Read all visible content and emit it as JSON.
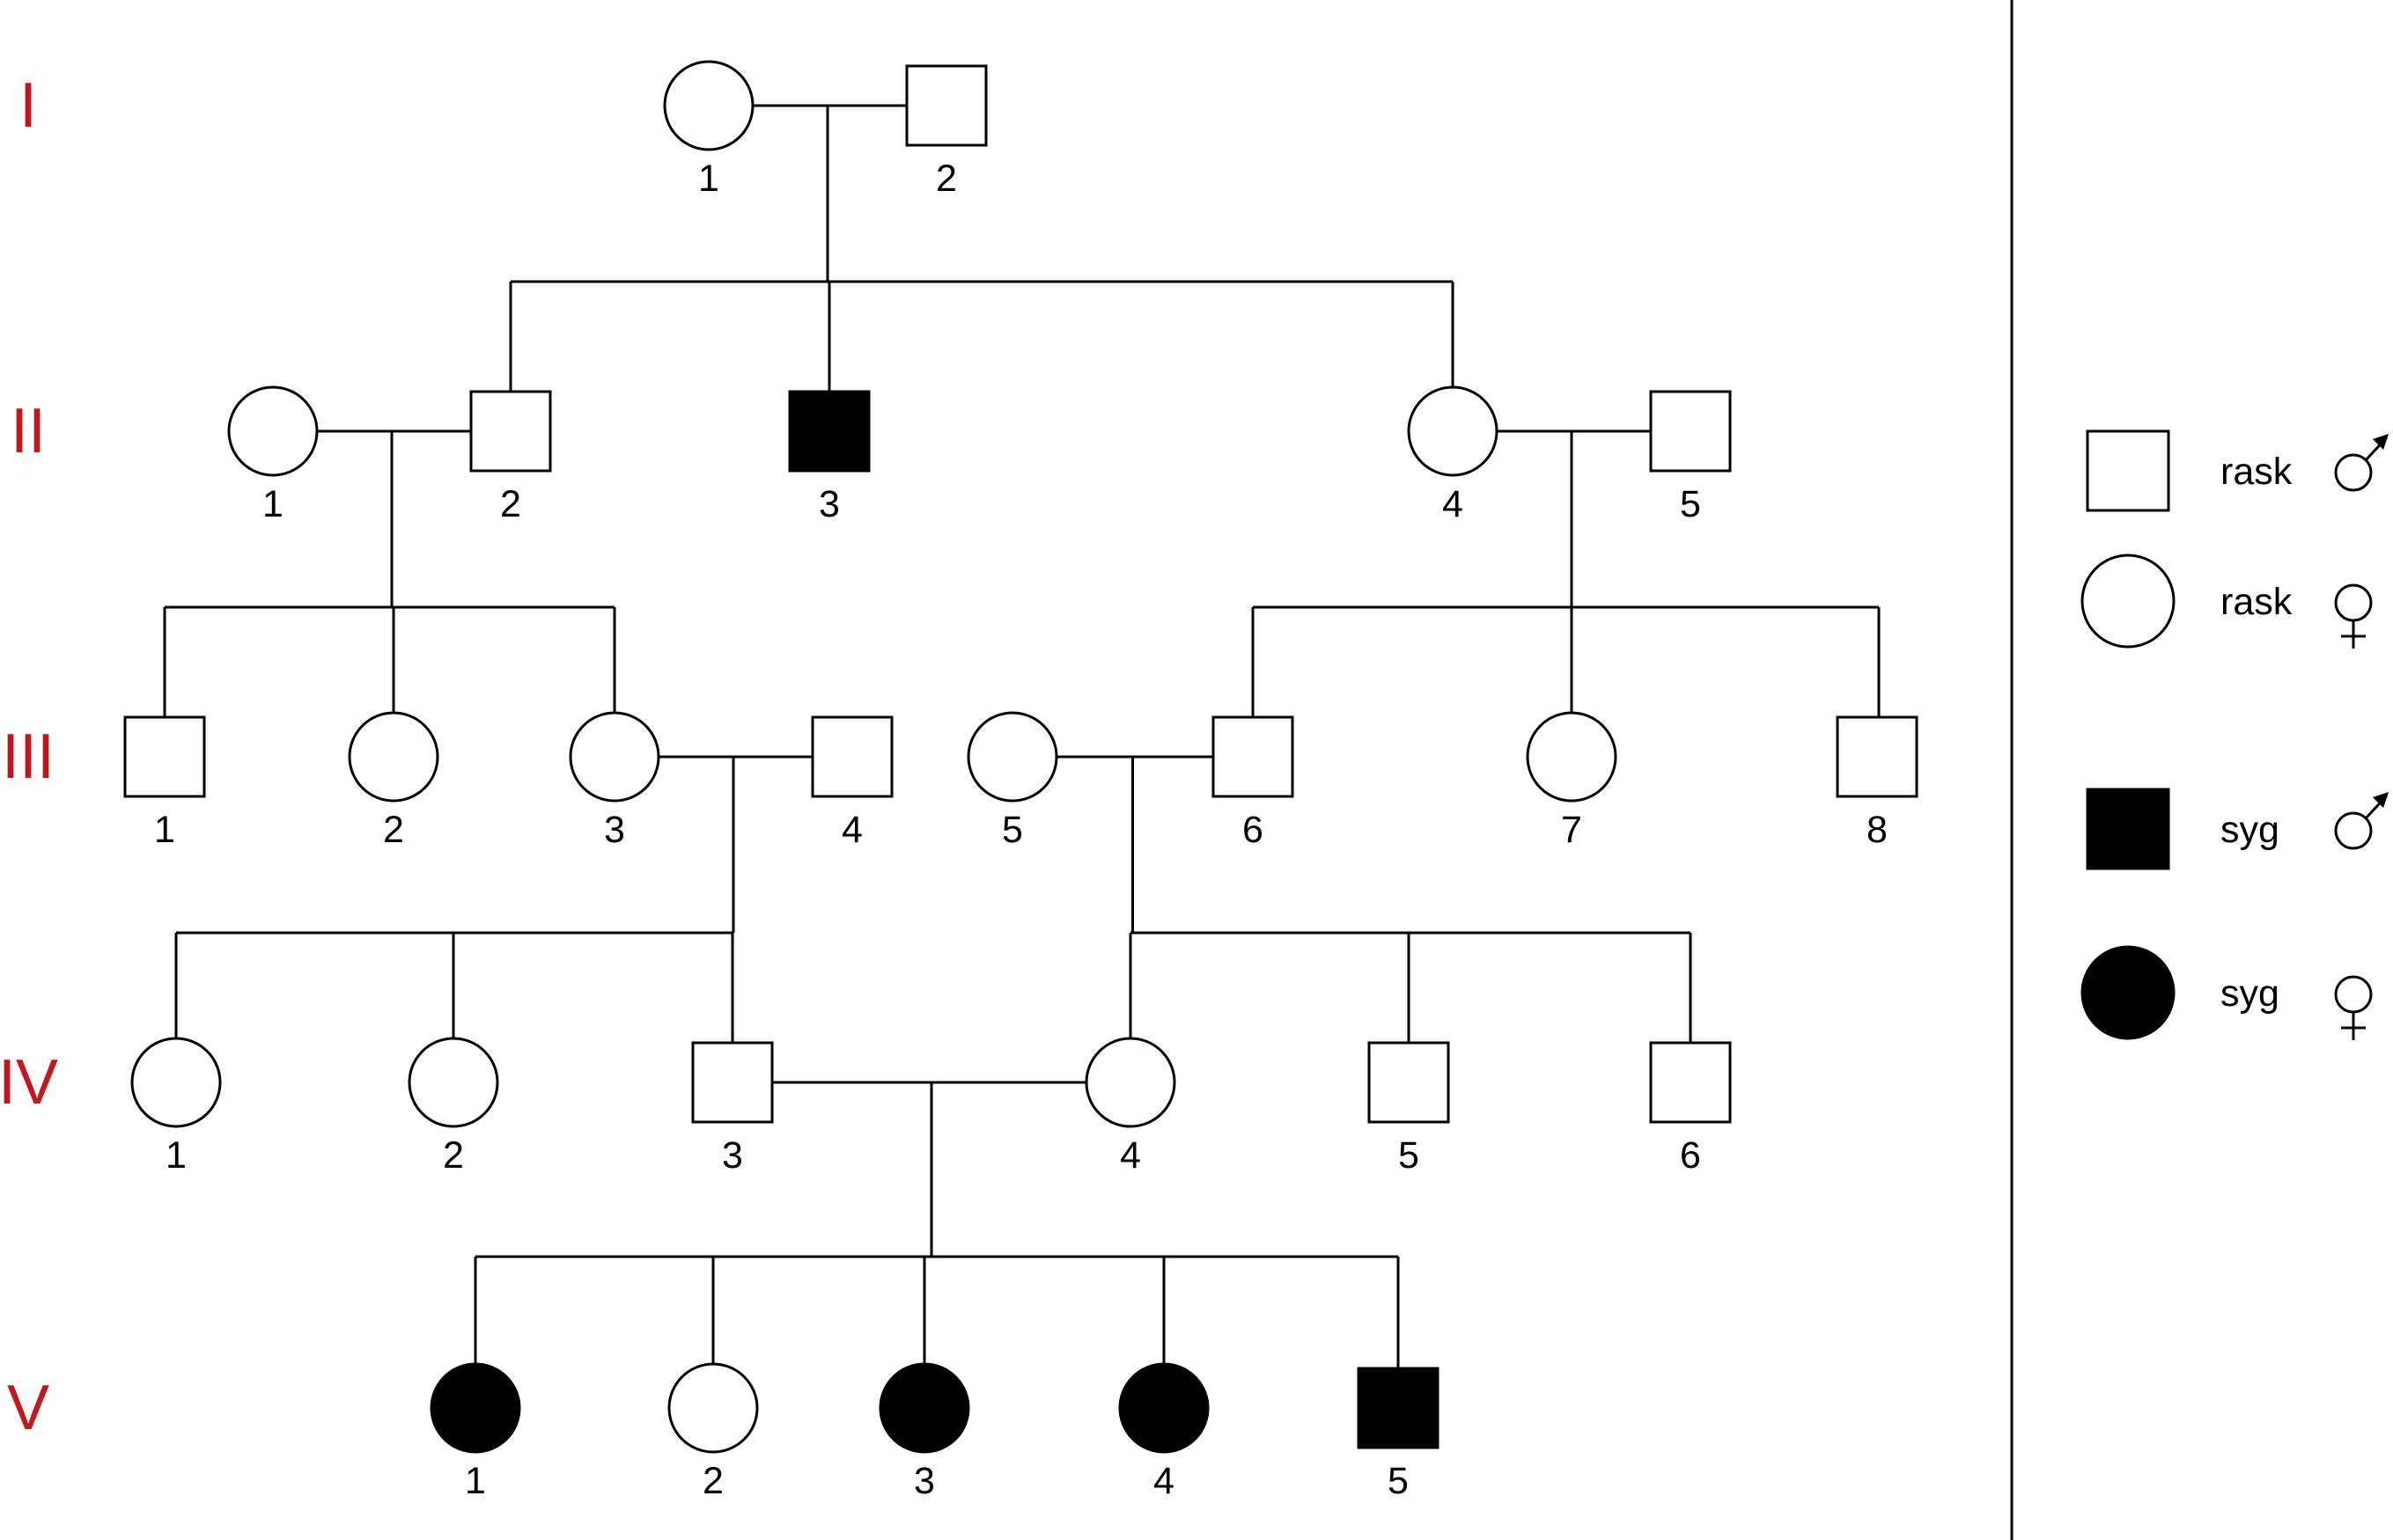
{
  "colors": {
    "generation_label": "#c4161c",
    "affected": "#000000",
    "healthy": "#ffffff",
    "line": "#000000"
  },
  "generations": [
    "I",
    "II",
    "III",
    "IV",
    "V"
  ],
  "individuals": [
    {
      "id": "I-1",
      "gen": 0,
      "num": "1",
      "sex": "female",
      "affected": false
    },
    {
      "id": "I-2",
      "gen": 0,
      "num": "2",
      "sex": "male",
      "affected": false
    },
    {
      "id": "II-1",
      "gen": 1,
      "num": "1",
      "sex": "female",
      "affected": false
    },
    {
      "id": "II-2",
      "gen": 1,
      "num": "2",
      "sex": "male",
      "affected": false
    },
    {
      "id": "II-3",
      "gen": 1,
      "num": "3",
      "sex": "male",
      "affected": true
    },
    {
      "id": "II-4",
      "gen": 1,
      "num": "4",
      "sex": "female",
      "affected": false
    },
    {
      "id": "II-5",
      "gen": 1,
      "num": "5",
      "sex": "male",
      "affected": false
    },
    {
      "id": "III-1",
      "gen": 2,
      "num": "1",
      "sex": "male",
      "affected": false
    },
    {
      "id": "III-2",
      "gen": 2,
      "num": "2",
      "sex": "female",
      "affected": false
    },
    {
      "id": "III-3",
      "gen": 2,
      "num": "3",
      "sex": "female",
      "affected": false
    },
    {
      "id": "III-4",
      "gen": 2,
      "num": "4",
      "sex": "male",
      "affected": false
    },
    {
      "id": "III-5",
      "gen": 2,
      "num": "5",
      "sex": "female",
      "affected": false
    },
    {
      "id": "III-6",
      "gen": 2,
      "num": "6",
      "sex": "male",
      "affected": false
    },
    {
      "id": "III-7",
      "gen": 2,
      "num": "7",
      "sex": "female",
      "affected": false
    },
    {
      "id": "III-8",
      "gen": 2,
      "num": "8",
      "sex": "male",
      "affected": false
    },
    {
      "id": "IV-1",
      "gen": 3,
      "num": "1",
      "sex": "female",
      "affected": false
    },
    {
      "id": "IV-2",
      "gen": 3,
      "num": "2",
      "sex": "female",
      "affected": false
    },
    {
      "id": "IV-3",
      "gen": 3,
      "num": "3",
      "sex": "male",
      "affected": false
    },
    {
      "id": "IV-4",
      "gen": 3,
      "num": "4",
      "sex": "female",
      "affected": false
    },
    {
      "id": "IV-5",
      "gen": 3,
      "num": "5",
      "sex": "male",
      "affected": false
    },
    {
      "id": "IV-6",
      "gen": 3,
      "num": "6",
      "sex": "male",
      "affected": false
    },
    {
      "id": "V-1",
      "gen": 4,
      "num": "1",
      "sex": "female",
      "affected": true
    },
    {
      "id": "V-2",
      "gen": 4,
      "num": "2",
      "sex": "female",
      "affected": false
    },
    {
      "id": "V-3",
      "gen": 4,
      "num": "3",
      "sex": "female",
      "affected": true
    },
    {
      "id": "V-4",
      "gen": 4,
      "num": "4",
      "sex": "female",
      "affected": true
    },
    {
      "id": "V-5",
      "gen": 4,
      "num": "5",
      "sex": "male",
      "affected": true
    }
  ],
  "couples": [
    {
      "partners": [
        "I-1",
        "I-2"
      ],
      "children": [
        "II-2",
        "II-3",
        "II-4"
      ]
    },
    {
      "partners": [
        "II-1",
        "II-2"
      ],
      "children": [
        "III-1",
        "III-2",
        "III-3"
      ]
    },
    {
      "partners": [
        "II-4",
        "II-5"
      ],
      "children": [
        "III-6",
        "III-7",
        "III-8"
      ]
    },
    {
      "partners": [
        "III-3",
        "III-4"
      ],
      "children": [
        "IV-1",
        "IV-2",
        "IV-3"
      ]
    },
    {
      "partners": [
        "III-5",
        "III-6"
      ],
      "children": [
        "IV-4",
        "IV-5",
        "IV-6"
      ]
    },
    {
      "partners": [
        "IV-3",
        "IV-4"
      ],
      "children": [
        "V-1",
        "V-2",
        "V-3",
        "V-4",
        "V-5"
      ]
    }
  ],
  "legend": [
    {
      "shape": "square",
      "affected": false,
      "label": "rask",
      "sex_symbol": "♂"
    },
    {
      "shape": "circle",
      "affected": false,
      "label": "rask",
      "sex_symbol": "♀"
    },
    {
      "shape": "square",
      "affected": true,
      "label": "syg",
      "sex_symbol": "♂"
    },
    {
      "shape": "circle",
      "affected": true,
      "label": "syg",
      "sex_symbol": "♀"
    }
  ]
}
